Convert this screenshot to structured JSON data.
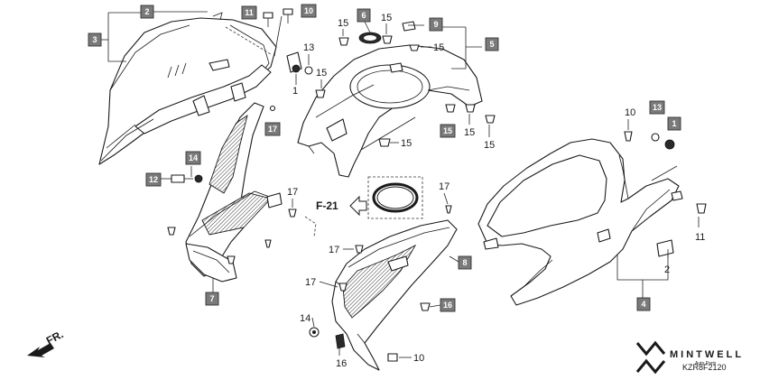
{
  "boxed_labels": {
    "b2": "2",
    "b3": "3",
    "b11": "11",
    "b10": "10",
    "b6": "6",
    "b9": "9",
    "b5": "5",
    "b17a": "17",
    "b14": "14",
    "b12": "12",
    "b7": "7",
    "b15": "15",
    "b13": "13",
    "b1": "1",
    "b8": "8",
    "b16": "16",
    "b4": "4"
  },
  "plain_labels": {
    "n13": "13",
    "n1": "1",
    "n15a": "15",
    "n15b": "15",
    "n15c": "15",
    "n15d": "15",
    "n15e": "15",
    "n15f": "15",
    "n15g": "15",
    "n17a": "17",
    "n17b": "17",
    "n17c": "17",
    "n17d": "17",
    "n14": "14",
    "n16": "16",
    "n10a": "10",
    "n10b": "10",
    "n11": "11",
    "n2": "2"
  },
  "reference": "F-21",
  "direction": "FR.",
  "watermark": {
    "name": "MINTWELL",
    "sub": "Auto Parts"
  },
  "diagram_code": "KZR8F2120",
  "colors": {
    "box_fill": "#7a7a7a",
    "line": "#1a1a1a"
  }
}
